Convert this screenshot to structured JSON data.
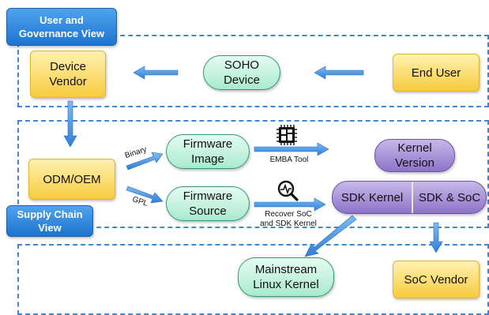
{
  "regions": {
    "governance_label": "User and\nGovernance View",
    "supply_chain_label": "Supply Chain\nView"
  },
  "nodes": {
    "device_vendor": "Device\nVendor",
    "soho_device": "SOHO\nDevice",
    "end_user": "End User",
    "odm_oem": "ODM/OEM",
    "firmware_image": "Firmware\nImage",
    "firmware_source": "Firmware\nSource",
    "kernel_version": "Kernel\nVersion",
    "sdk_kernel": "SDK Kernel",
    "sdk_soc": "SDK & SoC",
    "mainstream_kernel": "Mainstream\nLinux Kernel",
    "soc_vendor": "SoC Vendor"
  },
  "edge_labels": {
    "binary": "Binary",
    "gpl": "GPL",
    "emba_tool": "EMBA Tool",
    "recover": "Recover SoC\nand SDK Kernel"
  },
  "icons": {
    "emba": "chip-icon",
    "recover": "magnifier-signal-icon"
  },
  "colors": {
    "arrow": "#2f80d8",
    "region_border": "#3f86d4"
  }
}
